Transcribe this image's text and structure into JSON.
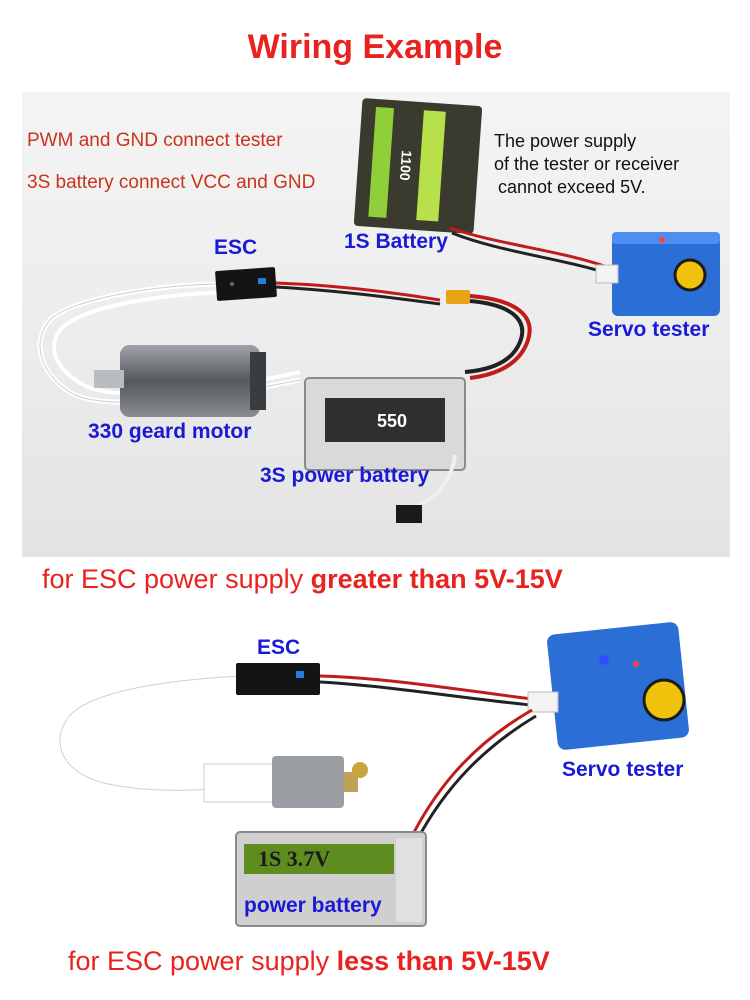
{
  "title": "Wiring Example",
  "top_section": {
    "note_line1": "PWM and GND connect tester",
    "note_line2": "3S battery connect VCC and GND",
    "power_note_line1": "The power supply",
    "power_note_line2": "of the tester or receiver",
    "power_note_line3": "cannot exceed 5V.",
    "label_esc": "ESC",
    "label_1s_battery": "1S Battery",
    "label_servo_tester": "Servo tester",
    "label_motor": "330 geard motor",
    "label_3s_battery": "3S power battery",
    "battery_1s_print": "1100",
    "battery_3s_print": "550"
  },
  "banner_top": {
    "prefix": "for ESC power supply ",
    "emphasis": "greater than 5V-15V"
  },
  "bottom_section": {
    "label_esc": "ESC",
    "label_servo_tester": "Servo tester",
    "label_power_battery": "power battery",
    "battery_print": "1S 3.7V"
  },
  "banner_bottom": {
    "prefix": "for ESC power supply ",
    "emphasis": "less than 5V-15V"
  },
  "colors": {
    "title_red": "#e8231f",
    "label_blue": "#1a1ad6",
    "note_red": "#c8341c"
  }
}
